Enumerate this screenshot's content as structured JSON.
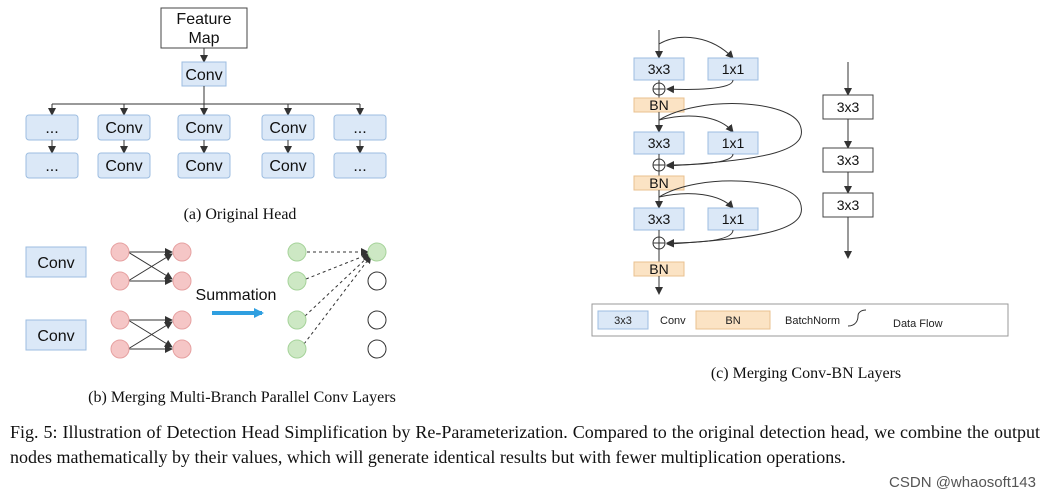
{
  "panel_a": {
    "feature_map_line1": "Feature",
    "feature_map_line2": "Map",
    "top_conv": "Conv",
    "col1": [
      "...",
      "..."
    ],
    "col2": [
      "Conv",
      "Conv"
    ],
    "col3": [
      "Conv",
      "Conv"
    ],
    "col4": [
      "Conv",
      "Conv"
    ],
    "col5": [
      "...",
      "..."
    ],
    "caption": "(a) Original Head"
  },
  "panel_b": {
    "conv_top": "Conv",
    "conv_bottom": "Conv",
    "summation": "Summation",
    "caption": "(b) Merging Multi-Branch Parallel Conv Layers"
  },
  "panel_c": {
    "block1": {
      "conv3": "3x3",
      "conv1": "1x1",
      "bn": "BN"
    },
    "block2": {
      "conv3": "3x3",
      "conv1": "1x1",
      "bn": "BN"
    },
    "block3": {
      "conv3": "3x3",
      "conv1": "1x1",
      "bn": "BN"
    },
    "merged": [
      "3x3",
      "3x3",
      "3x3"
    ],
    "legend": {
      "conv_box": "3x3",
      "conv_label": "Conv",
      "bn_box": "BN",
      "bn_label": "BatchNorm",
      "flow_label": "Data Flow"
    },
    "caption": "(c) Merging Conv-BN Layers"
  },
  "figure_caption": "Fig. 5: Illustration of Detection Head Simplification by Re-Parameterization. Compared to the original detection head, we combine the output nodes mathematically by their values, which will generate identical results but with fewer multiplication operations.",
  "watermark": "CSDN @whaosoft143",
  "colors": {
    "conv_fill": "#dbe8f7",
    "bn_fill": "#fbe3c4",
    "node_red": "#f5c6c6",
    "node_green": "#cde8c4",
    "arrow_blue": "#2f9fe0"
  }
}
